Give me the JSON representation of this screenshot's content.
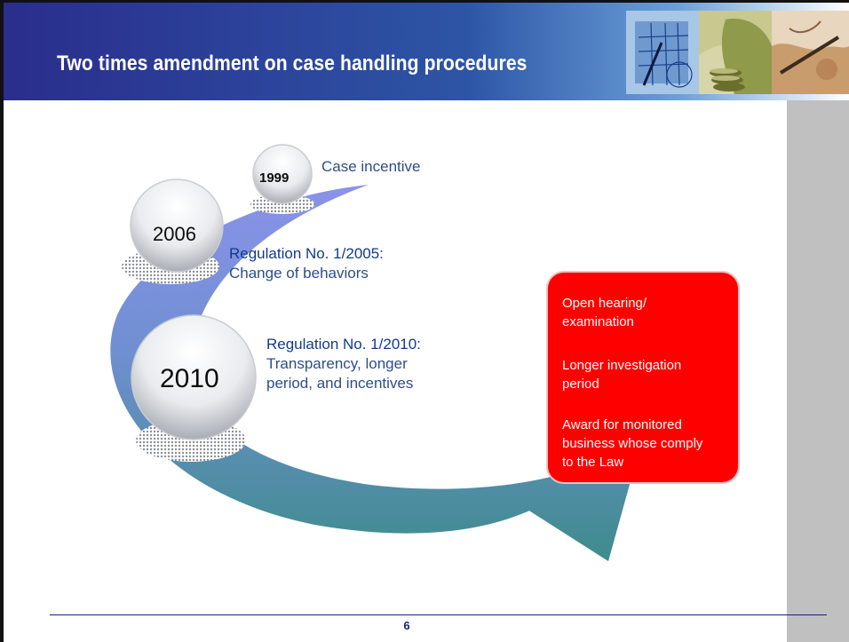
{
  "header": {
    "title": "Two times amendment on case handling procedures"
  },
  "timeline": {
    "y1999": {
      "year": "1999",
      "label": "Case incentive"
    },
    "y2006": {
      "year": "2006",
      "heading": "Regulation No. 1/2005:",
      "line1": "Change of behaviors"
    },
    "y2010": {
      "year": "2010",
      "heading": "Regulation No. 1/2010:",
      "line1": "Transparency, longer",
      "line2": "period, and incentives"
    }
  },
  "callout": {
    "items": [
      {
        "line1": "Open hearing/",
        "line2": "examination"
      },
      {
        "line1": "Longer investigation",
        "line2": "period"
      },
      {
        "line1": "Award for monitored",
        "line2": "business whose comply",
        "line3": "to the Law"
      }
    ]
  },
  "footer": {
    "page_number": "6"
  },
  "colors": {
    "accent_red": "#ff0000",
    "title_blue": "#2a2d8c",
    "text_blue": "#2b4e8c"
  }
}
